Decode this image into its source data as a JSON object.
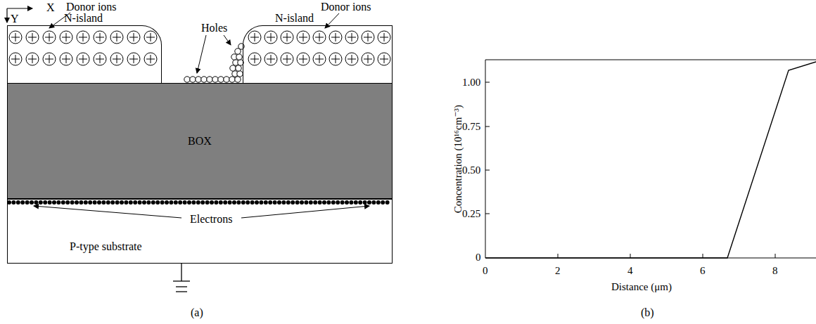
{
  "diagram": {
    "nodes": [
      {
        "text": [
          "N-island"
        ]
      },
      {
        "text": [
          "N-island"
        ]
      },
      {
        "text": [
          "BOX"
        ]
      },
      {
        "text": [
          "P-type substrate"
        ]
      }
    ],
    "labels": [
      "X",
      "Y",
      "Donor ions",
      "Donor ions",
      "Holes",
      "Electrons",
      "(a)",
      "1.00",
      "0.75",
      "0.50",
      "0.25",
      "0",
      "0",
      "2",
      "4",
      "6",
      "8",
      "Distance (μm)",
      "(b)",
      "Concentration (10¹⁶cm⁻³)"
    ]
  }
}
